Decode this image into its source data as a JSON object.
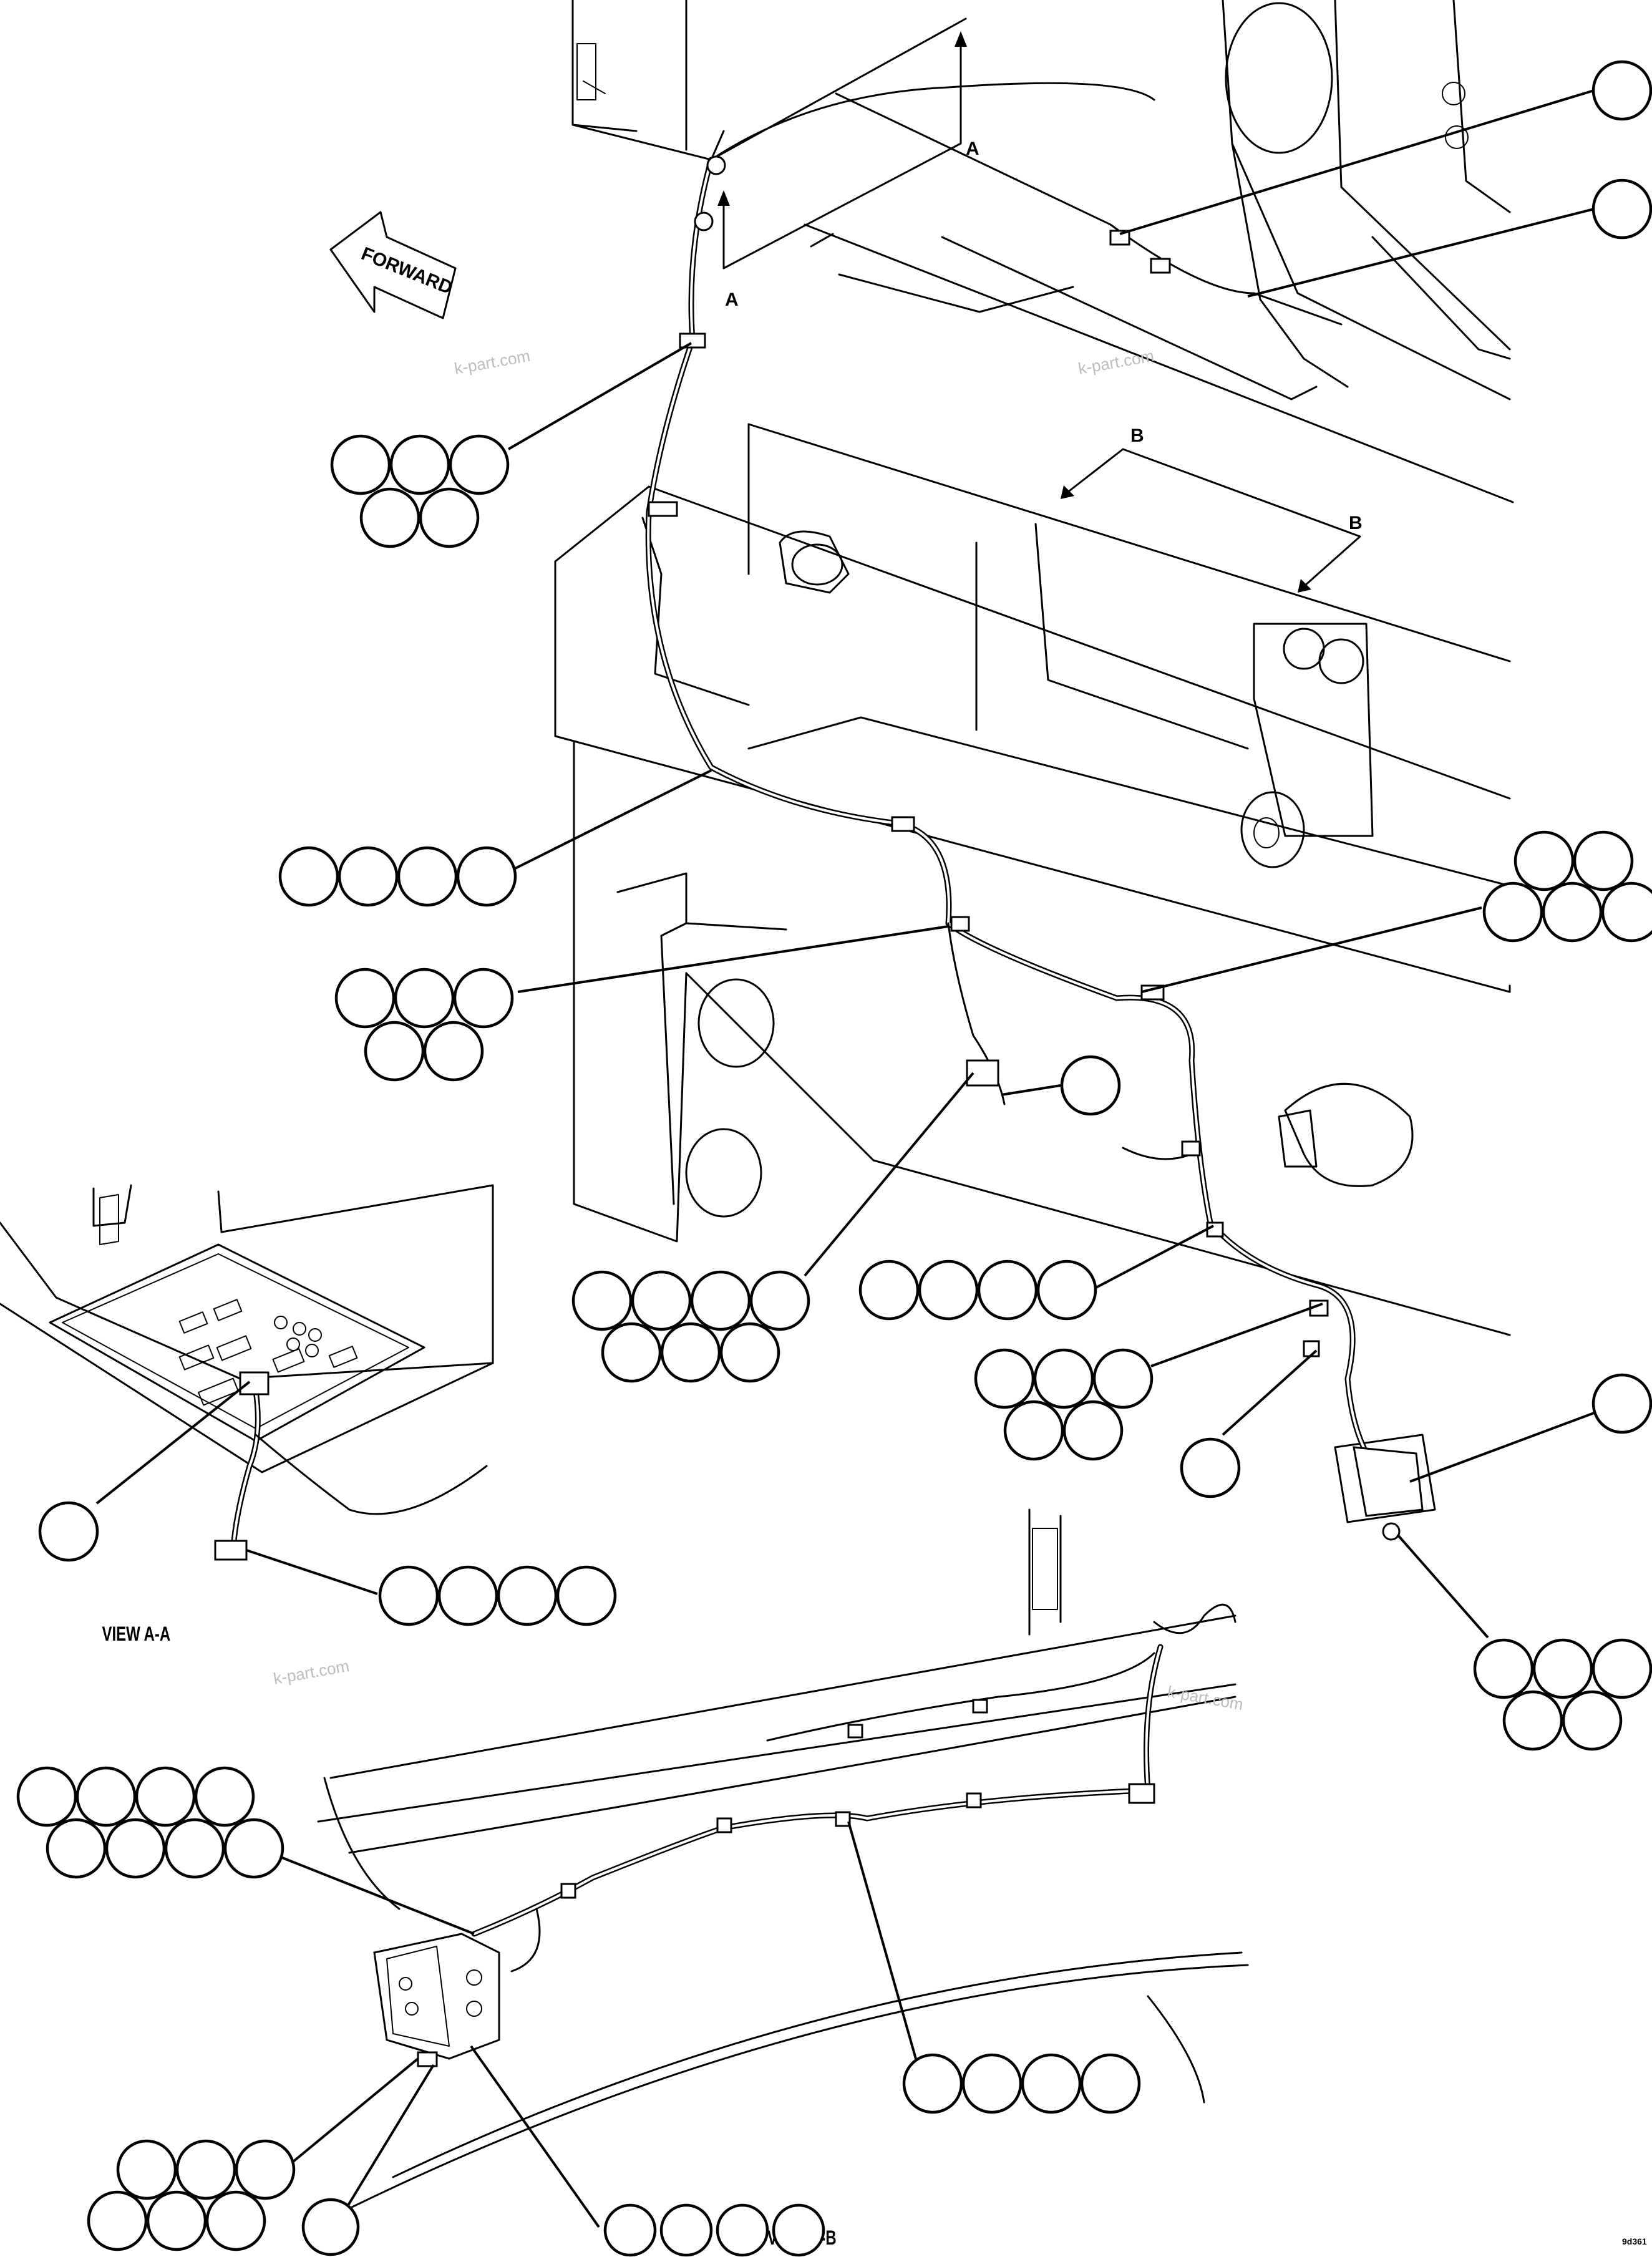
{
  "labels": {
    "forward": "FORWARD",
    "section_a_top": "A",
    "section_a_bottom": "A",
    "section_b_top": "B",
    "section_b_bottom": "B",
    "view_aa": "VIEW A-A",
    "view_bb": "VIEW B-B",
    "figure_number": "9d361"
  },
  "watermarks": [
    "k-part.com",
    "k-part.com",
    "k-part.com",
    "k-part.com"
  ],
  "callout_groups": [
    {
      "id": "c1",
      "bubbles": 1
    },
    {
      "id": "c2",
      "bubbles": 1
    },
    {
      "id": "c3",
      "bubbles": 5
    },
    {
      "id": "c4",
      "bubbles": 4
    },
    {
      "id": "c5",
      "bubbles": 5
    },
    {
      "id": "c6",
      "bubbles": 5
    },
    {
      "id": "c7",
      "bubbles": 1
    },
    {
      "id": "c8",
      "bubbles": 7
    },
    {
      "id": "c9",
      "bubbles": 4
    },
    {
      "id": "c10",
      "bubbles": 5
    },
    {
      "id": "c11",
      "bubbles": 1
    },
    {
      "id": "c12",
      "bubbles": 1
    },
    {
      "id": "c13",
      "bubbles": 5
    },
    {
      "id": "c14",
      "bubbles": 1
    },
    {
      "id": "c15",
      "bubbles": 4
    },
    {
      "id": "c16",
      "bubbles": 8
    },
    {
      "id": "c17",
      "bubbles": 4
    },
    {
      "id": "c18",
      "bubbles": 6
    },
    {
      "id": "c19",
      "bubbles": 4
    },
    {
      "id": "c20",
      "bubbles": 1
    }
  ],
  "colors": {
    "line": "#000000",
    "background": "#ffffff",
    "watermark": "#bdbdbd"
  }
}
